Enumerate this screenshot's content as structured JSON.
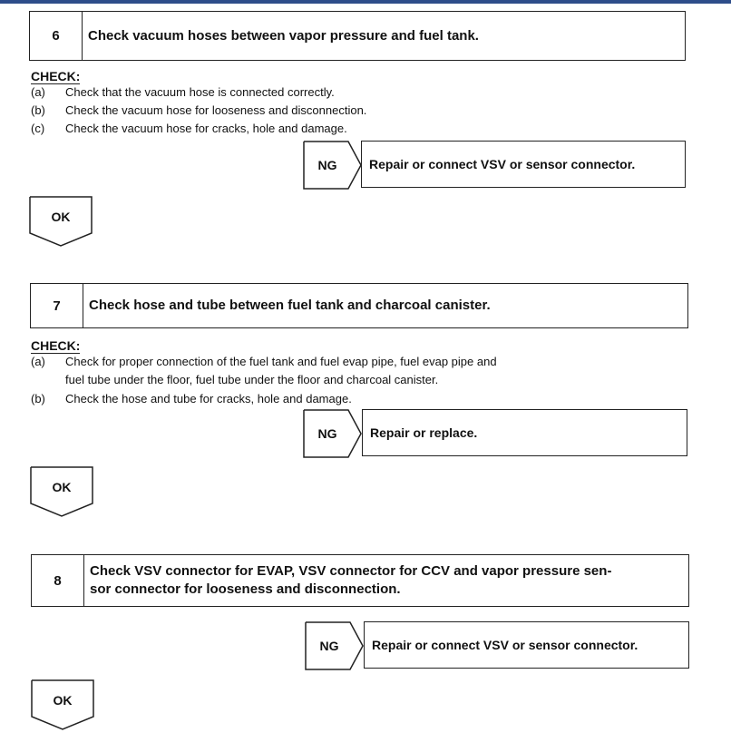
{
  "steps": [
    {
      "number": "6",
      "title": "Check vacuum hoses between vapor pressure and fuel tank.",
      "check_label": "CHECK:",
      "items": [
        {
          "marker": "(a)",
          "text": "Check that the vacuum hose is connected correctly."
        },
        {
          "marker": "(b)",
          "text": "Check the vacuum hose for looseness and disconnection."
        },
        {
          "marker": "(c)",
          "text": "Check the vacuum hose for cracks, hole and damage."
        }
      ],
      "ng_label": "NG",
      "ng_action": "Repair or connect VSV or sensor connector.",
      "ok_label": "OK"
    },
    {
      "number": "7",
      "title": "Check hose and tube between fuel tank and charcoal canister.",
      "check_label": "CHECK:",
      "items": [
        {
          "marker": "(a)",
          "text": "Check for proper connection of the fuel tank and fuel evap pipe, fuel evap pipe and",
          "cont": "fuel tube under the floor, fuel tube under the floor and charcoal canister."
        },
        {
          "marker": "(b)",
          "text": "Check the hose and tube for cracks, hole and damage."
        }
      ],
      "ng_label": "NG",
      "ng_action": "Repair or replace.",
      "ok_label": "OK"
    },
    {
      "number": "8",
      "title_line1": "Check VSV connector for EVAP, VSV connector for CCV and vapor pressure sen-",
      "title_line2": "sor connector for looseness and disconnection.",
      "ng_label": "NG",
      "ng_action": "Repair or connect VSV or sensor connector.",
      "ok_label": "OK"
    }
  ]
}
